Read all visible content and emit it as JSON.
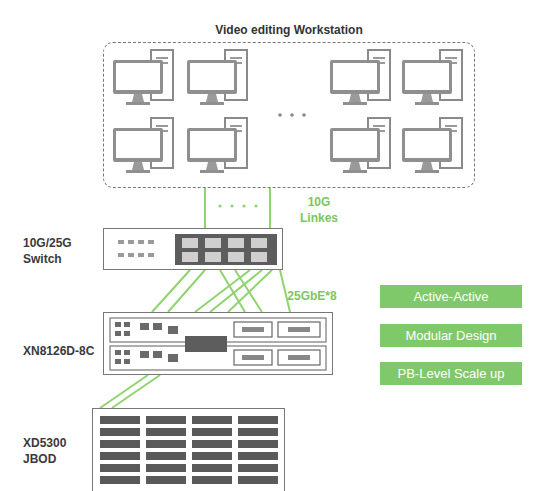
{
  "diagram": {
    "nodes": [
      {
        "text": [
          "Video editing Workstation"
        ]
      },
      {
        "text": [
          "10G/25G Switch"
        ]
      },
      {
        "text": [
          "XN8126D-8C"
        ]
      },
      {
        "text": [
          "XD5300 JBOD"
        ]
      },
      {
        "text": [
          "Active-Active"
        ]
      },
      {
        "text": [
          "Modular Design"
        ]
      },
      {
        "text": [
          "PB-Level Scale up"
        ]
      }
    ],
    "edges": [
      {
        "from": 0,
        "to": 1,
        "arrow": "none",
        "label": "10G Linkes"
      },
      {
        "from": 1,
        "to": 2,
        "arrow": "none",
        "label": "25GbE*8"
      },
      {
        "from": 2,
        "to": 3,
        "arrow": "none"
      }
    ]
  }
}
